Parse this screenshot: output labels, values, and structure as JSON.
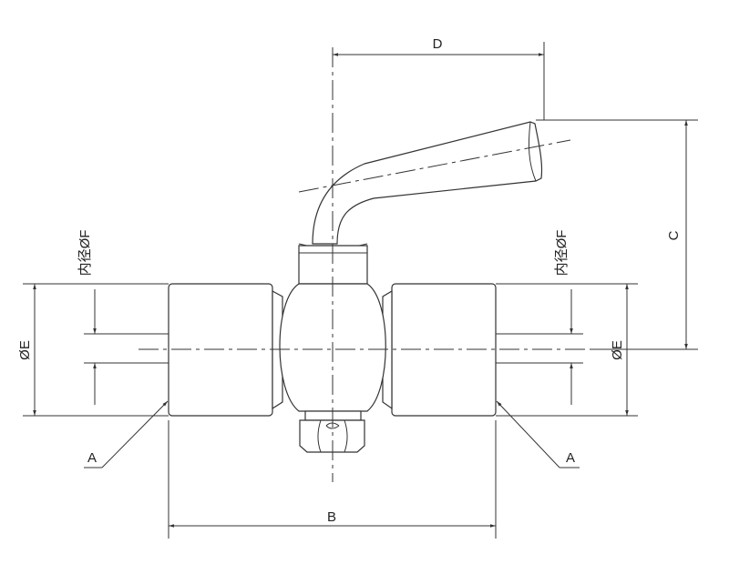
{
  "labels": {
    "b": "B",
    "c": "C",
    "d": "D",
    "e_left": "ØE",
    "e_right": "ØE",
    "f_left": "内径ØF",
    "f_right": "内径ØF",
    "a_left": "A",
    "a_right": "A"
  },
  "colors": {
    "line": "#333333",
    "background": "#ffffff"
  }
}
